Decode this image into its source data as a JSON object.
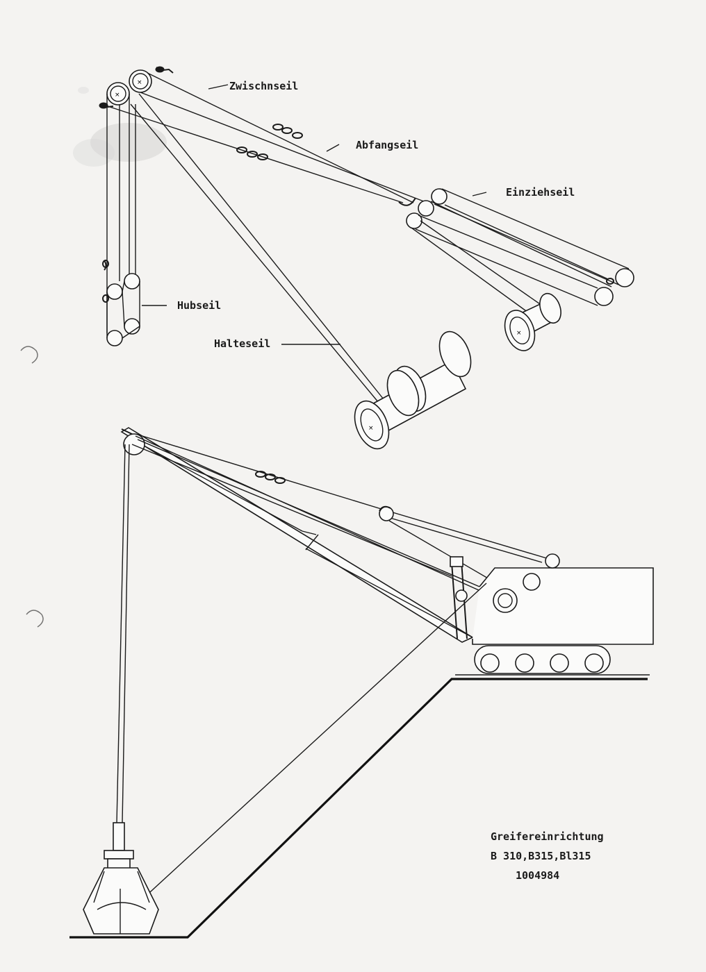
{
  "rope_labels": {
    "zwischenseil": "Zwischnseil",
    "abfangseil": "Abfangseil",
    "einziehseil": "Einziehseil",
    "hubseil": "Hubseil",
    "halteseil": "Halteseil"
  },
  "caption": {
    "title": "Greifereinrichtung",
    "models": "B 310,B315,Bl315",
    "number": "1004984"
  }
}
